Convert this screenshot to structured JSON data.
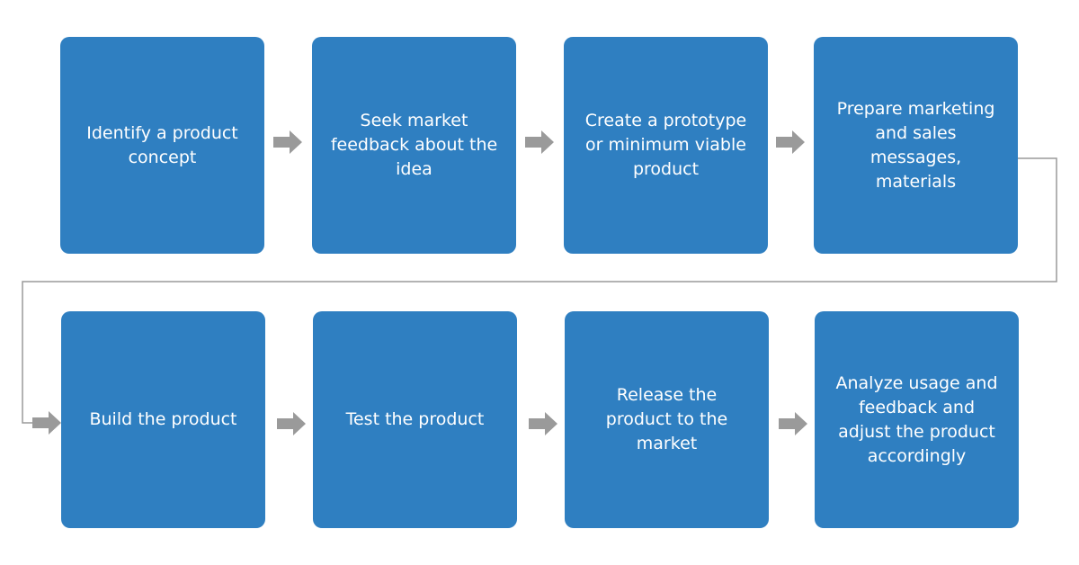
{
  "colors": {
    "box": "#2f7fc1",
    "arrow": "#9a9a9a",
    "connector": "#9a9a9a",
    "text": "#ffffff"
  },
  "steps": [
    {
      "label": "Identify a product concept"
    },
    {
      "label": "Seek market feedback about the idea"
    },
    {
      "label": "Create a prototype or minimum viable product"
    },
    {
      "label": "Prepare marketing and sales messages, materials"
    },
    {
      "label": "Build the product"
    },
    {
      "label": "Test the product"
    },
    {
      "label": "Release the product to the market"
    },
    {
      "label": "Analyze usage and feedback and adjust the product accordingly"
    }
  ],
  "arrows": [
    {
      "icon": "right-arrow-icon"
    },
    {
      "icon": "right-arrow-icon"
    },
    {
      "icon": "right-arrow-icon"
    },
    {
      "icon": "right-arrow-icon"
    },
    {
      "icon": "right-arrow-icon"
    },
    {
      "icon": "right-arrow-icon"
    },
    {
      "icon": "right-arrow-icon"
    }
  ]
}
